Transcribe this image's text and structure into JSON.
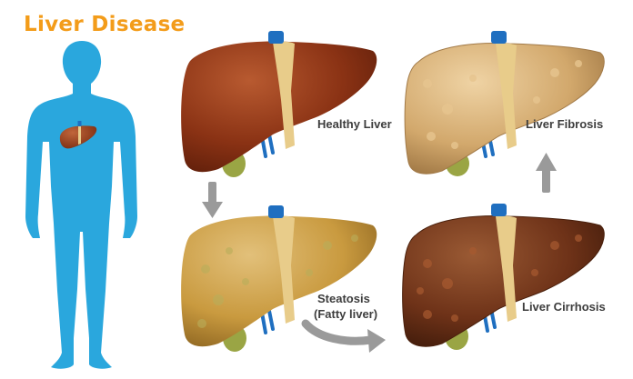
{
  "title": "Liver Disease",
  "stages": {
    "healthy": "Healthy Liver",
    "steatosis": "Steatosis",
    "steatosis_sub": "(Fatty liver)",
    "cirrhosis": "Liver Cirrhosis",
    "fibrosis": "Liver Fibrosis"
  },
  "colors": {
    "title": "#f39c1a",
    "body": "#2aa7dd",
    "healthy": "#8a3214",
    "steatosis": "#c99a3f",
    "cirrhosis": "#6e3218",
    "fibrosis": "#c99a62",
    "vessel": "#1f6fc0",
    "ligament": "#e8cc8a",
    "gallbladder": "#9aa544",
    "arrow": "#9a9a9a"
  },
  "icons": [
    "human-silhouette-icon",
    "liver-icon",
    "arrow-down-icon",
    "arrow-right-curved-icon",
    "arrow-up-icon"
  ]
}
